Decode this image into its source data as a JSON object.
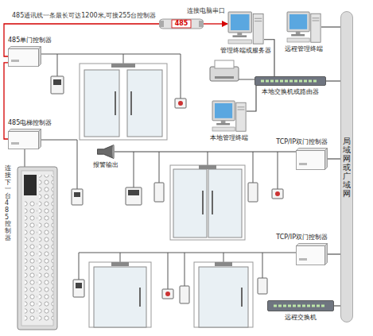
{
  "diagram": {
    "nodes": [
      {
        "text": [
          "485"
        ]
      },
      {
        "text": [
          "485单门控制器"
        ]
      },
      {
        "text": [
          "管理终端或服务器"
        ]
      },
      {
        "text": [
          "远程管理终端"
        ]
      },
      {
        "text": [
          "本地交换机或路由器"
        ]
      },
      {
        "text": [
          "本地管理终端"
        ]
      },
      {
        "text": [
          "485电梯控制器"
        ]
      },
      {
        "text": [
          "报警输出"
        ]
      },
      {
        "text": [
          "TCP/IP双门控制器"
        ]
      },
      {
        "text": [
          "局域网或广域网"
        ]
      },
      {
        "text": [
          "TCP/IP双门控制器"
        ]
      },
      {
        "text": [
          "远程交换机"
        ]
      }
    ],
    "edges": [
      {
        "from": 0,
        "to": 1,
        "arrow": "none",
        "label": "485通讯线一条最长可达1200米,可接255台控制器"
      },
      {
        "from": 0,
        "to": 2,
        "arrow": "to",
        "label": "连接电脑串口"
      },
      {
        "from": 1,
        "to": 6,
        "arrow": "none"
      },
      {
        "from": 2,
        "to": 4,
        "arrow": "none"
      },
      {
        "from": 3,
        "to": 9,
        "arrow": "none"
      },
      {
        "from": 4,
        "to": 9,
        "arrow": "none"
      },
      {
        "from": 5,
        "to": 4,
        "arrow": "none"
      },
      {
        "from": 8,
        "to": 9,
        "arrow": "none"
      },
      {
        "from": 10,
        "to": 9,
        "arrow": "none"
      },
      {
        "from": 7,
        "to": 8,
        "arrow": "none"
      },
      {
        "from": 11,
        "to": 9,
        "arrow": "none"
      }
    ],
    "labels": [
      "连接下一台485控制器"
    ]
  }
}
